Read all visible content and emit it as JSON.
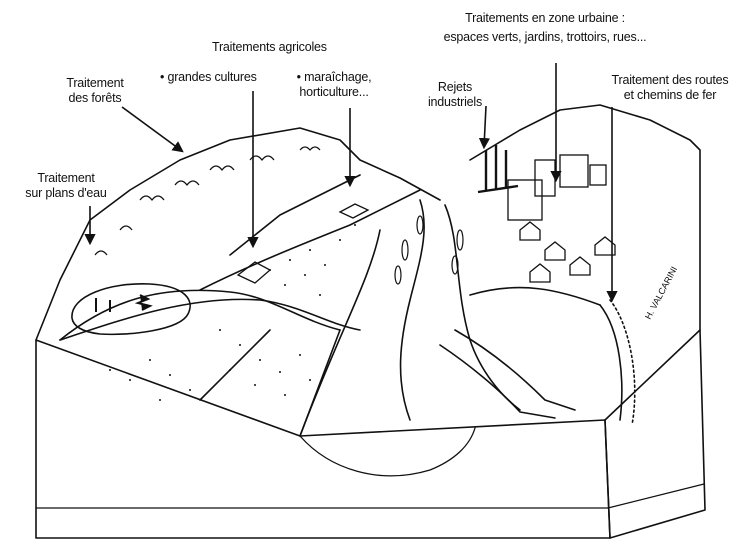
{
  "labels": {
    "forets": [
      "Traitement",
      "des forêts"
    ],
    "plans_eau": [
      "Traitement",
      "sur plans d'eau"
    ],
    "agricoles_title": "Traitements agricoles",
    "grandes_cultures": "• grandes cultures",
    "maraichage": [
      "• maraîchage,",
      "horticulture..."
    ],
    "urbaine": [
      "Traitements en zone urbaine :",
      "espaces verts, jardins, trottoirs, rues..."
    ],
    "rejets": [
      "Rejets",
      "industriels"
    ],
    "routes": [
      "Traitement des routes",
      "et chemins de fer"
    ]
  },
  "signature": "H. VALCARINI"
}
